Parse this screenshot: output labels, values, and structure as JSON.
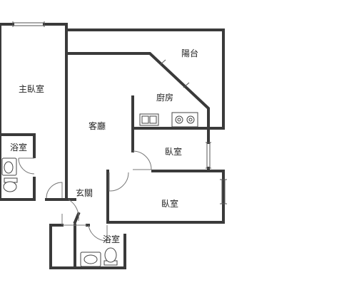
{
  "rooms": {
    "master_bedroom": "主臥室",
    "master_bath": "浴室",
    "living_room": "客廳",
    "kitchen": "廚房",
    "balcony": "陽台",
    "bedroom_2": "臥室",
    "bedroom_3": "臥室",
    "entry": "玄關",
    "bath_2": "浴室"
  }
}
